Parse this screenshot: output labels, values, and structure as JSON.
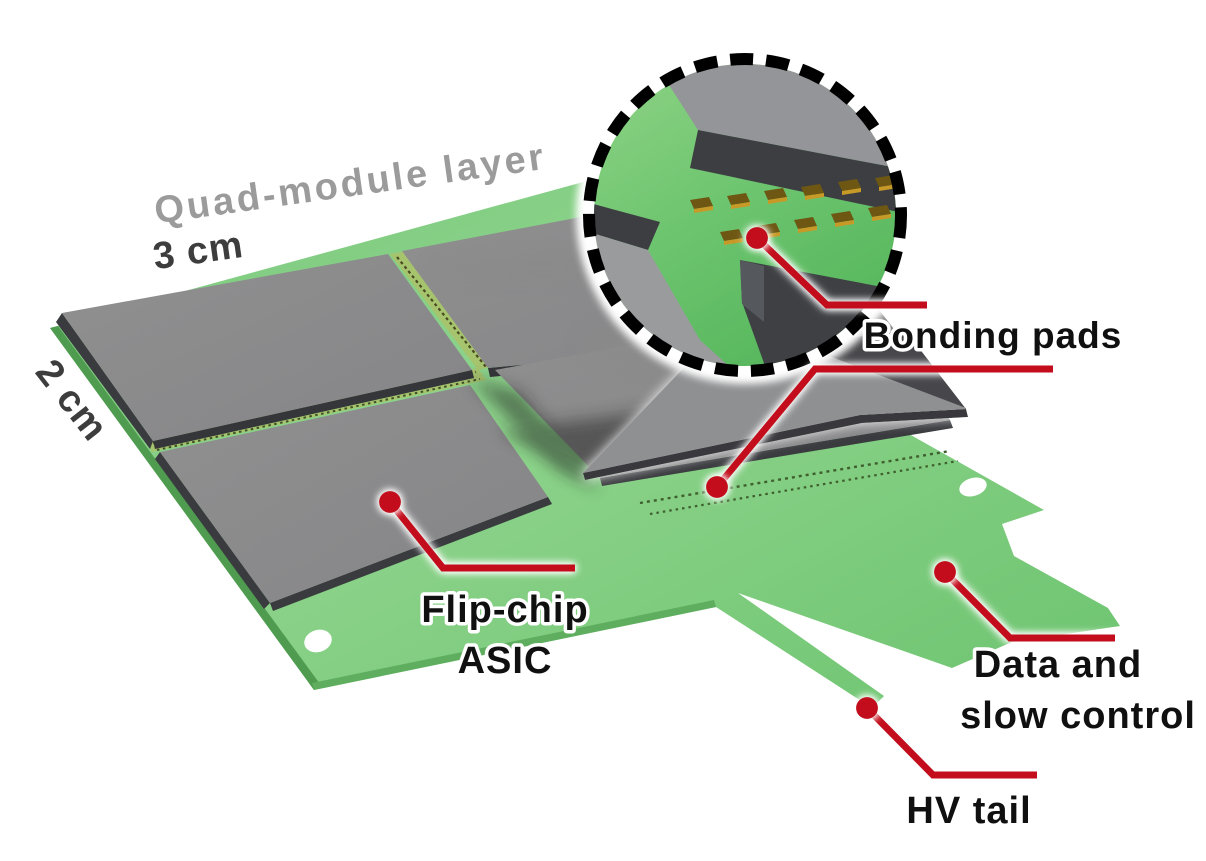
{
  "figure": {
    "type": "3d-annotated-illustration",
    "subject": "silicon pixel detector quad-module with flex hybrid"
  },
  "labels": {
    "title": "Quad-module layer",
    "dim_width": "3 cm",
    "dim_height": "2 cm",
    "bonding_pads": "Bonding pads",
    "flip_chip_line1": "Flip-chip",
    "flip_chip_line2": "ASIC",
    "data_line1": "Data and",
    "data_line2": "slow control",
    "hv_tail": "HV tail"
  },
  "colors": {
    "background": "#ffffff",
    "callout_red": "#c30b1e",
    "flex_green": "#85d185",
    "flex_green_dark": "#55b45a",
    "channel_green": "#a6c46e",
    "chip_gray": "#8d8d8d",
    "chip_edge_dark": "#3a3b3f",
    "pad_gold": "#a5801d",
    "pad_brown": "#6e5712",
    "title_gray": "#9b9b9b",
    "label_black": "#101010",
    "inset_border": "#000000"
  }
}
